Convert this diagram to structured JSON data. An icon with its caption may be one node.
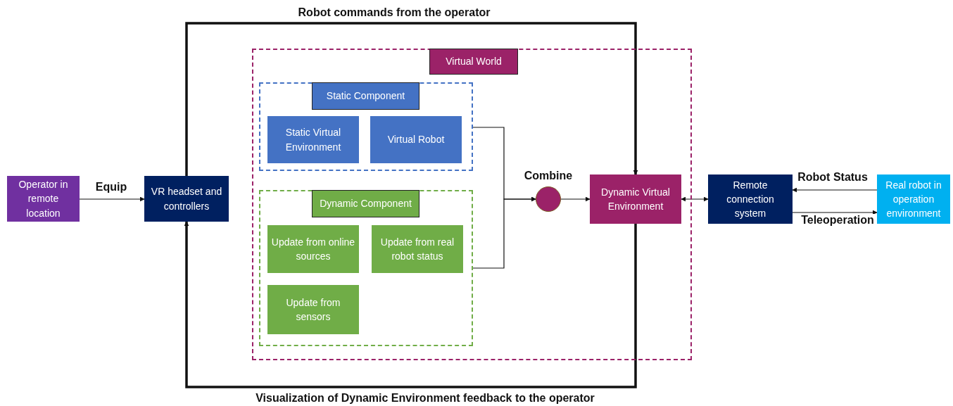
{
  "diagram": {
    "nodes": [
      {
        "text": [
          "Operator in remote location"
        ]
      },
      {
        "text": [
          "VR headset and controllers"
        ]
      },
      {
        "text": [
          "Virtual World"
        ]
      },
      {
        "text": [
          "Static Component"
        ],
        "in": 2
      },
      {
        "text": [
          "Static Virtual Environment"
        ],
        "in": 3
      },
      {
        "text": [
          "Virtual Robot"
        ],
        "in": 3
      },
      {
        "text": [
          "Dynamic Component"
        ],
        "in": 2
      },
      {
        "text": [
          "Update from online sources"
        ],
        "in": 6
      },
      {
        "text": [
          "Update from real robot status"
        ],
        "in": 6
      },
      {
        "text": [
          "Update from sensors"
        ],
        "in": 6
      },
      {
        "text": [
          "Combine"
        ],
        "in": 2
      },
      {
        "text": [
          "Dynamic Virtual Environment"
        ],
        "in": 2
      },
      {
        "text": [
          "Remote connection system"
        ]
      },
      {
        "text": [
          "Real robot in operation environment"
        ]
      }
    ],
    "edges": [
      {
        "from": 0,
        "to": 1,
        "arrow": "to",
        "label": "Equip"
      },
      {
        "from": 1,
        "to": 11,
        "arrow": "to",
        "label": "Robot commands from the operator",
        "style": "thick"
      },
      {
        "from": 11,
        "to": 1,
        "arrow": "to",
        "label": "Visualization of Dynamic Environment feedback to the operator",
        "style": "thick"
      },
      {
        "from": 3,
        "to": 10,
        "arrow": "to"
      },
      {
        "from": 6,
        "to": 10,
        "arrow": "to"
      },
      {
        "from": 10,
        "to": 11,
        "arrow": "to"
      },
      {
        "from": 11,
        "to": 12,
        "arrow": "both"
      },
      {
        "from": 13,
        "to": 12,
        "arrow": "to",
        "label": "Robot Status"
      },
      {
        "from": 12,
        "to": 13,
        "arrow": "to",
        "label": "Teleoperation"
      }
    ]
  }
}
